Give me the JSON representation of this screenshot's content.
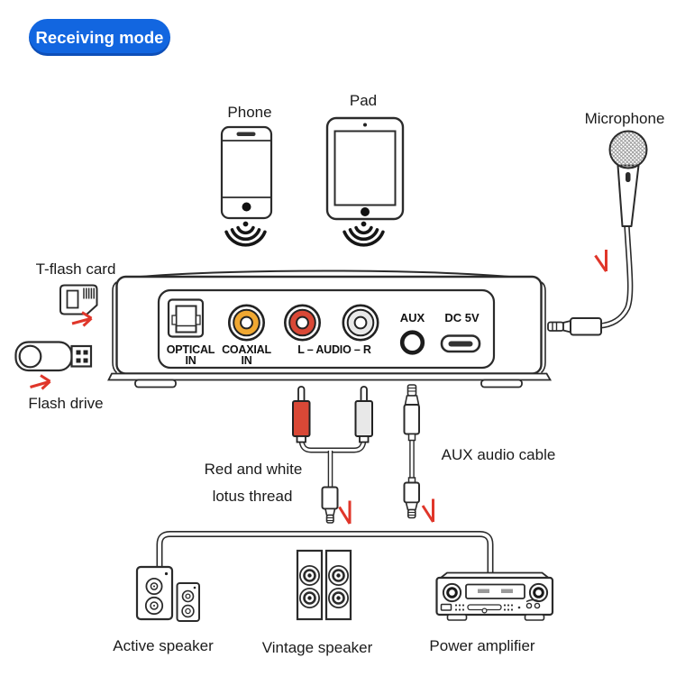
{
  "badge": {
    "label": "Receiving mode"
  },
  "labels": {
    "phone": "Phone",
    "pad": "Pad",
    "microphone": "Microphone",
    "tflash_card": "T-flash card",
    "flash_drive": "Flash drive",
    "rca_cable_line1": "Red and white",
    "rca_cable_line2": "lotus thread",
    "aux_cable": "AUX audio cable",
    "active_speaker": "Active speaker",
    "vintage_speaker": "Vintage speaker",
    "power_amplifier": "Power amplifier"
  },
  "device_panel": {
    "optical_line1": "OPTICAL",
    "optical_line2": "IN",
    "coaxial_line1": "COAXIAL",
    "coaxial_line2": "IN",
    "audio_label": "L – AUDIO – R",
    "aux_label": "AUX",
    "dc_label": "DC 5V"
  },
  "colors": {
    "badge_blue": "#1266e0",
    "arrow_red": "#e0362a",
    "rca_yellow": "#f0a832",
    "rca_red": "#d94836",
    "rca_white": "#e8e8e8",
    "outline": "#2b2b2b"
  }
}
